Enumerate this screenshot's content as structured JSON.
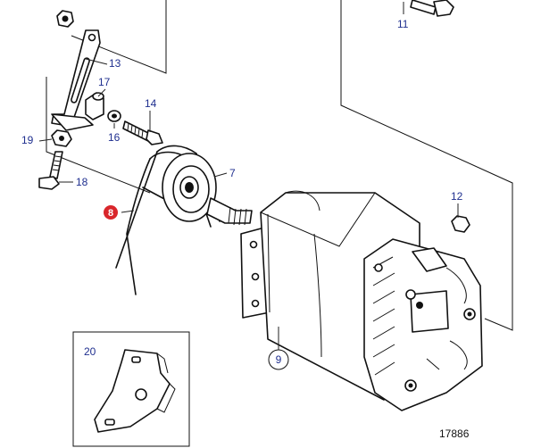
{
  "diagram": {
    "figure_number": "17886",
    "callouts": {
      "c7": "7",
      "c8": "8",
      "c9": "9",
      "c11": "11",
      "c12": "12",
      "c13": "13",
      "c14": "14",
      "c16": "16",
      "c17": "17",
      "c18": "18",
      "c19": "19",
      "c20": "20"
    },
    "colors": {
      "callout_text": "#1f2f8f",
      "highlight_badge": "#d9262b",
      "line_art": "#111111"
    }
  }
}
